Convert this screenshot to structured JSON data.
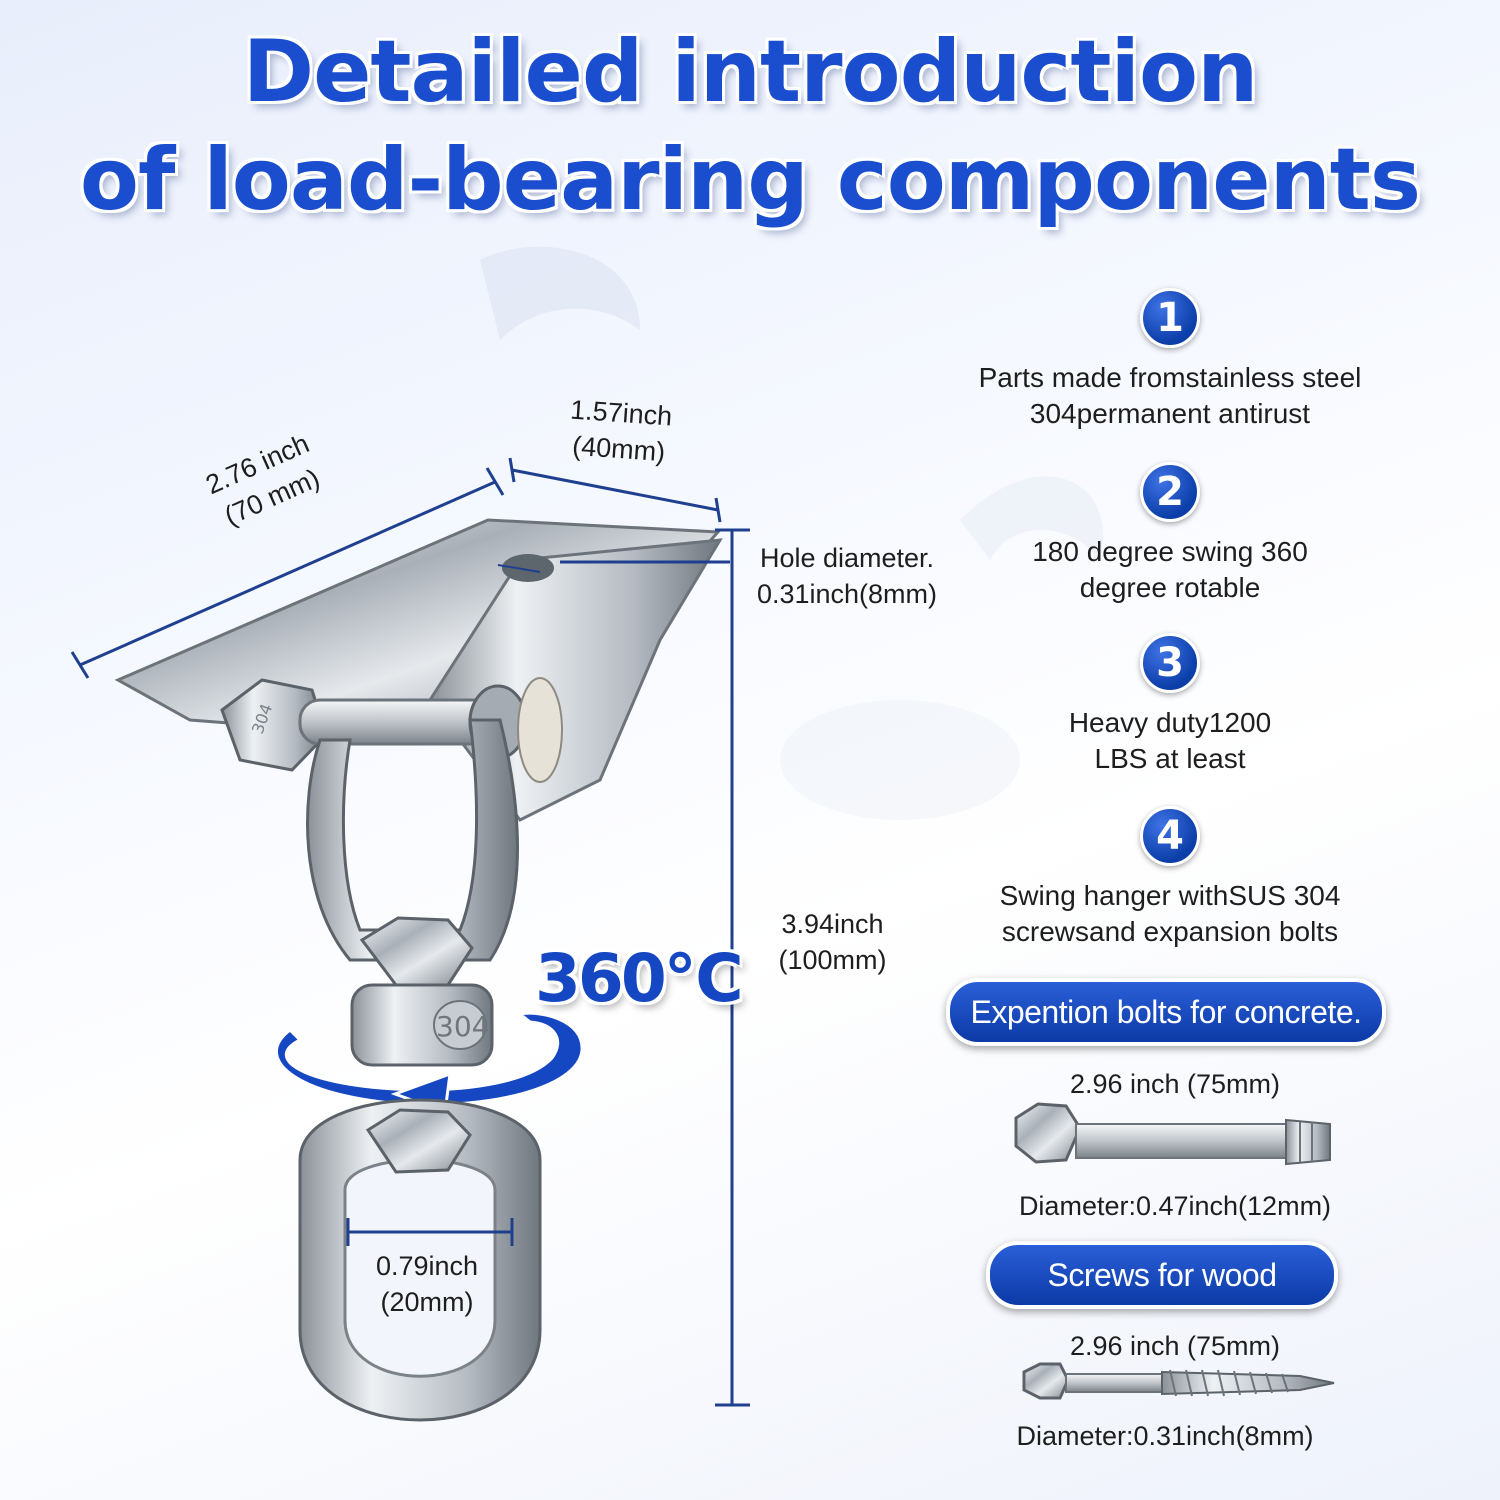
{
  "title": {
    "line1": "Detailed introduction",
    "line2": "of load-bearing components"
  },
  "dimensions": {
    "length_in": "2.76 inch",
    "length_mm": "(70 mm)",
    "width_in": "1.57inch",
    "width_mm": "(40mm)",
    "hole_label": "Hole diameter.",
    "hole_value": "0.31inch(8mm)",
    "height_in": "3.94inch",
    "height_mm": "(100mm)",
    "ring_in": "0.79inch",
    "ring_mm": "(20mm)",
    "rotation": "360℃"
  },
  "features": [
    {
      "num": "1",
      "line1": "Parts made fromstainless steel",
      "line2": "304permanent antirust"
    },
    {
      "num": "2",
      "line1": "180 degree swing 360",
      "line2": "degree rotable"
    },
    {
      "num": "3",
      "line1": "Heavy duty1200",
      "line2": "LBS at least"
    },
    {
      "num": "4",
      "line1": "Swing hanger withSUS 304",
      "line2": "screwsand expansion bolts"
    }
  ],
  "concrete": {
    "pill": "Expention bolts for concrete.",
    "length": "2.96 inch (75mm)",
    "diameter": "Diameter:0.47inch(12mm)"
  },
  "wood": {
    "pill": "Screws for wood",
    "length": "2.96 inch (75mm)",
    "diameter": "Diameter:0.31inch(8mm)"
  },
  "colors": {
    "accent": "#1a4ecf",
    "pill": "#0c3aa6",
    "dimension_line": "#1f3f8f"
  },
  "engraving": "304"
}
